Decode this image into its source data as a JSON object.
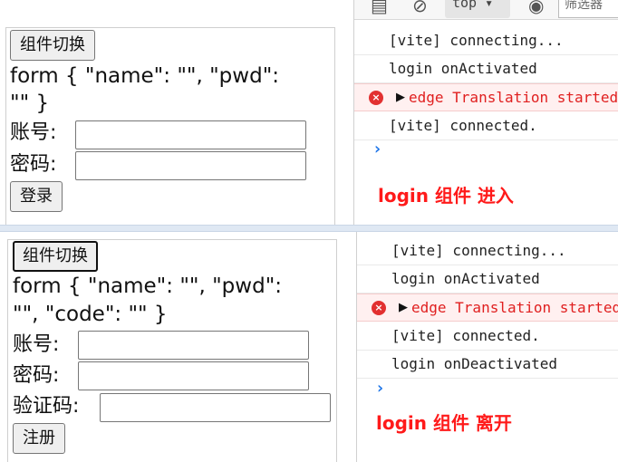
{
  "top": {
    "toggle_button": "组件切换",
    "form_line1": "form { \"name\": \"\", \"pwd\":",
    "form_line2": "\"\" }",
    "account_label": "账号:",
    "password_label": "密码:",
    "submit_button": "登录",
    "devtools": {
      "context_label": "top ▾",
      "filter_text": "筛选器",
      "logs": [
        {
          "text": "[vite] connecting...",
          "level": "info"
        },
        {
          "text": "login onActivated",
          "level": "info"
        },
        {
          "text": "edge Translation started",
          "level": "error"
        },
        {
          "text": "[vite] connected.",
          "level": "info"
        }
      ],
      "prompt": "›"
    },
    "annotation": "login 组件 进入"
  },
  "bottom": {
    "toggle_button": "组件切换",
    "form_line1": "form { \"name\": \"\", \"pwd\":",
    "form_line2": "\"\", \"code\": \"\" }",
    "account_label": "账号:",
    "password_label": "密码:",
    "code_label": "验证码:",
    "submit_button": "注册",
    "devtools": {
      "logs": [
        {
          "text": "[vite] connecting...",
          "level": "info"
        },
        {
          "text": "login onActivated",
          "level": "info"
        },
        {
          "text": "edge Translation started",
          "level": "error"
        },
        {
          "text": "[vite] connected.",
          "level": "info"
        },
        {
          "text": "login onDeactivated",
          "level": "info"
        }
      ],
      "prompt": "›"
    },
    "annotation": "login 组件 离开"
  },
  "colors": {
    "annotation": "#ff1a1a",
    "error_text": "#e02020",
    "error_bg": "#fff0f0",
    "prompt": "#1a73e8"
  }
}
